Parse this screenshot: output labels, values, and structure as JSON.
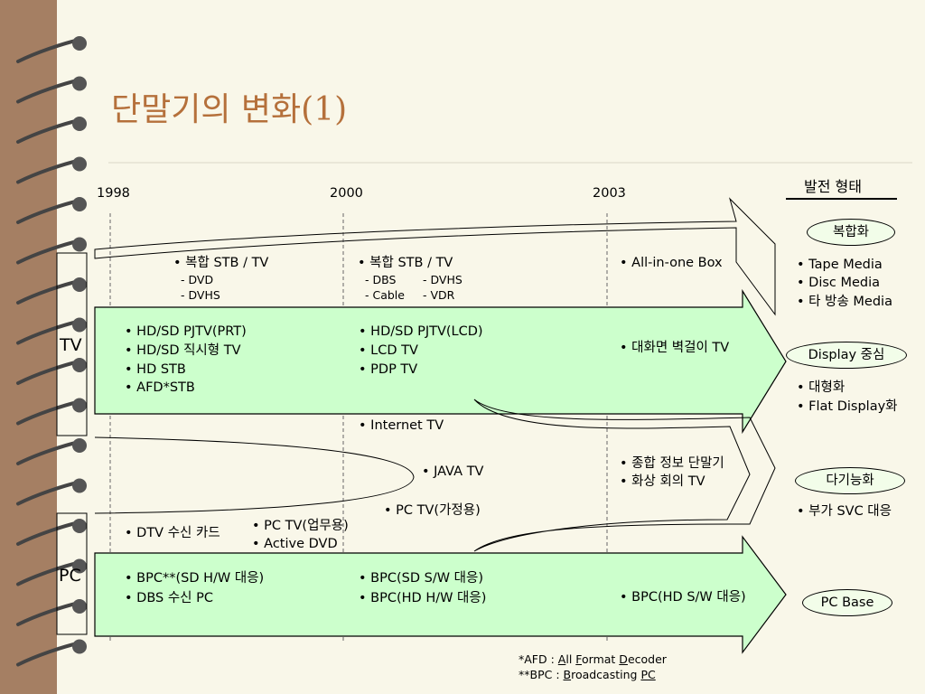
{
  "slide": {
    "title": "단말기의 변화(1)",
    "years": {
      "y1998": "1998",
      "y2000": "2000",
      "y2003": "2003"
    },
    "right_header": "발전 형태"
  },
  "labels": {
    "tv": "TV",
    "pc": "PC"
  },
  "row_composite": {
    "c1_main": "• 복합 STB / TV",
    "c1_sub1": "- DVD",
    "c1_sub2": "- DVHS",
    "c2_main": "• 복합 STB / TV",
    "c2_sub1": "- DBS",
    "c2_sub2": "- Cable",
    "c2_sub3": "- DVHS",
    "c2_sub4": "- VDR",
    "c3_main": "• All-in-one Box"
  },
  "row_tv": {
    "c1": [
      "• HD/SD PJTV(PRT)",
      "• HD/SD 직시형 TV",
      "• HD STB",
      "• AFD*STB"
    ],
    "c2": [
      "• HD/SD PJTV(LCD)",
      "• LCD TV",
      "• PDP TV"
    ],
    "c3": "• 대화면 벽걸이 TV"
  },
  "middle": {
    "internet_tv": "• Internet TV",
    "java_tv": "• JAVA TV",
    "pc_tv_home": "• PC TV(가정용)",
    "c3_1": "• 종합 정보 단말기",
    "c3_2": "• 화상 회의 TV",
    "dtv_card": "• DTV 수신 카드",
    "pc_tv_work": "• PC TV(업무용)",
    "active_dvd": "• Active DVD"
  },
  "row_pc": {
    "c1": [
      "• BPC**(SD H/W 대응)",
      "• DBS 수신 PC"
    ],
    "c2": [
      "• BPC(SD S/W 대응)",
      "• BPC(HD H/W 대응)"
    ],
    "c3": "• BPC(HD S/W 대응)"
  },
  "right_column": {
    "oval1": "복합화",
    "group1": [
      "• Tape Media",
      "• Disc Media",
      "• 타 방송 Media"
    ],
    "oval2": "Display 중심",
    "group2": [
      "• 대형화",
      "• Flat Display화"
    ],
    "oval3": "다기능화",
    "group3": [
      "• 부가 SVC 대응"
    ],
    "oval4": "PC Base"
  },
  "footnote": {
    "line1_prefix": "*AFD : ",
    "line1_A": "A",
    "line1_ll": "ll ",
    "line1_F": "F",
    "line1_ormat": "ormat ",
    "line1_D": "D",
    "line1_ecoder": "ecoder",
    "line2_prefix": "**BPC : ",
    "line2_B": "B",
    "line2_roadcasting": "roadcasting ",
    "line2_PC": "PC"
  },
  "colors": {
    "arrow_fill": "#ccffcc",
    "title": "#b5703b",
    "binder": "#a57f63",
    "oval_fill": "#f2fde9"
  }
}
